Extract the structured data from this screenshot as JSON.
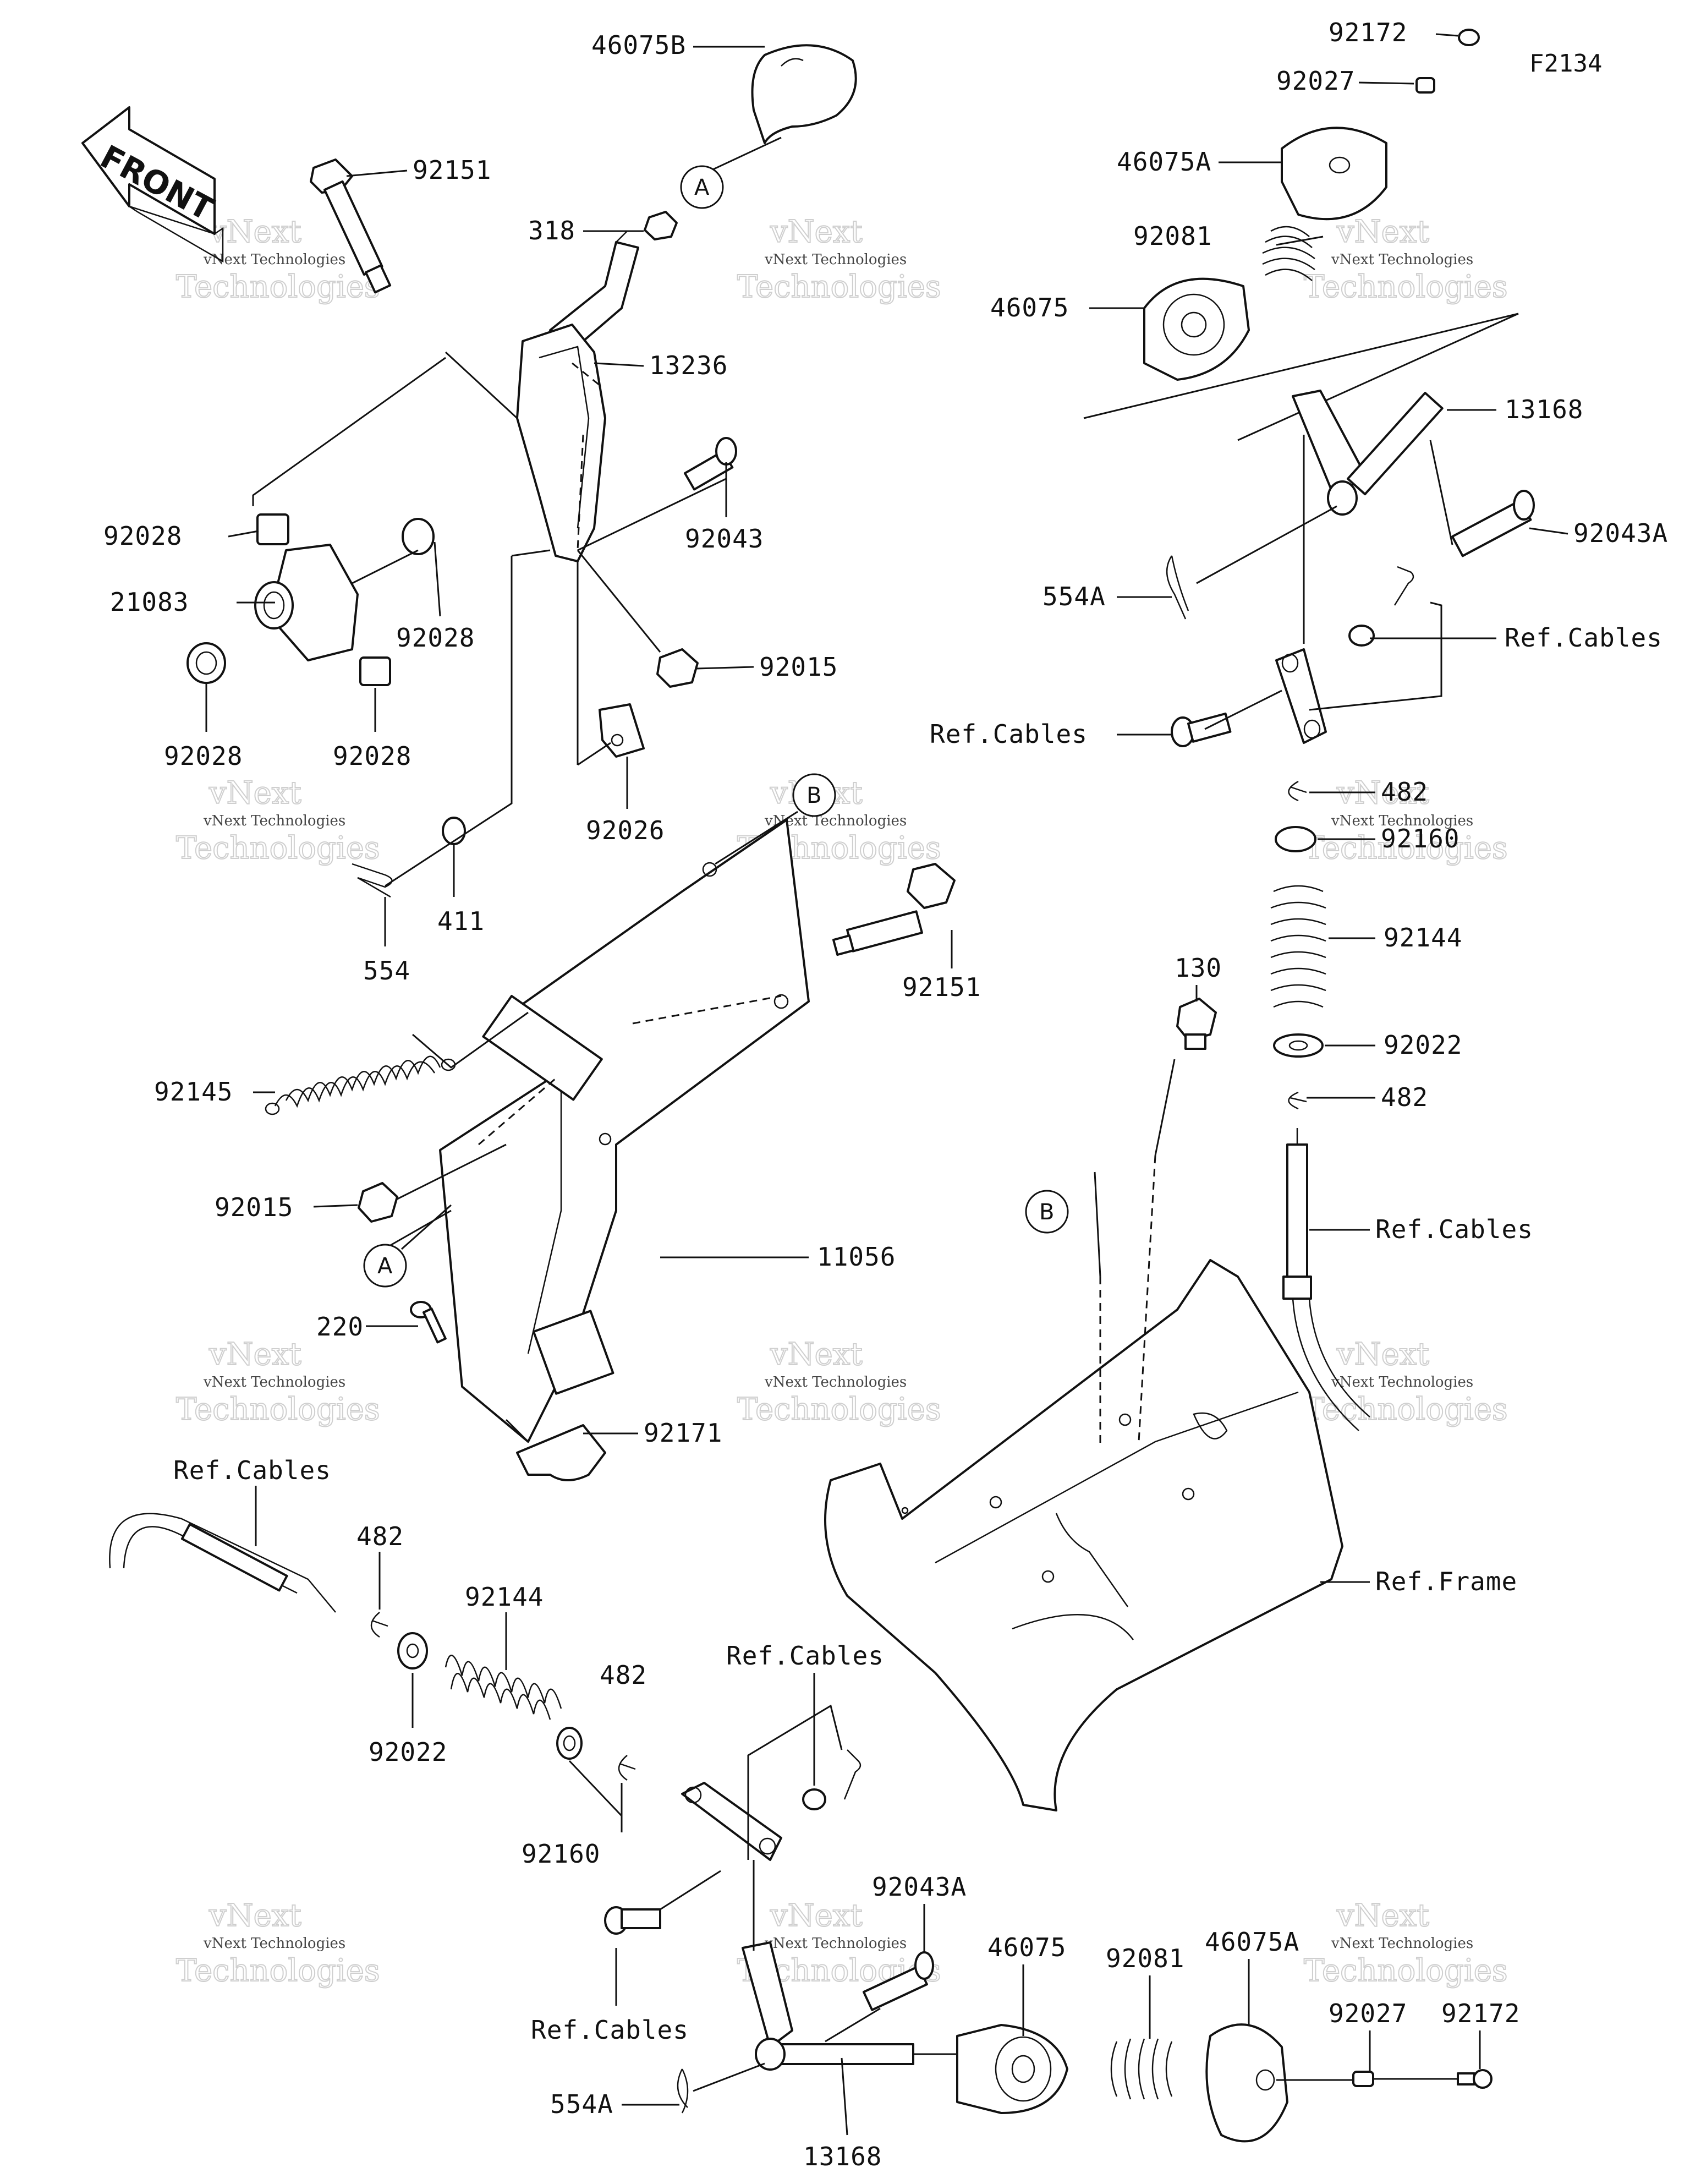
{
  "diagram_code": "F2134",
  "front_label": "FRONT",
  "watermark": {
    "line1": "vNext",
    "line2": "Technologies",
    "small": "vNext Technologies"
  },
  "callouts": {
    "A": "A",
    "B": "B"
  },
  "labels": {
    "p46075B": "46075B",
    "p92151_top": "92151",
    "p318": "318",
    "p13236": "13236",
    "p92043": "92043",
    "p92028_a": "92028",
    "p21083": "21083",
    "p92028_b": "92028",
    "p92015_top": "92015",
    "p92028_c": "92028",
    "p92028_d": "92028",
    "p92026": "92026",
    "p411": "411",
    "p554": "554",
    "p92151_mid": "92151",
    "p92145": "92145",
    "p92015_mid": "92015",
    "p11056": "11056",
    "p220": "220",
    "p92171": "92171",
    "p92172_top": "92172",
    "p92027_top": "92027",
    "p46075A_top": "46075A",
    "p92081_top": "92081",
    "p46075_top": "46075",
    "p13168_top": "13168",
    "p92043A_top": "92043A",
    "p554A_top": "554A",
    "ref_cables_1": "Ref.Cables",
    "ref_cables_2": "Ref.Cables",
    "p482_top": "482",
    "p92160_top": "92160",
    "p92144_top": "92144",
    "p130": "130",
    "p92022_top": "92022",
    "p482_mid": "482",
    "ref_cables_3": "Ref.Cables",
    "ref_frame": "Ref.Frame",
    "ref_cables_4": "Ref.Cables",
    "p482_bl": "482",
    "p92144_bl": "92144",
    "p92022_bl": "92022",
    "p482_bm": "482",
    "ref_cables_5": "Ref.Cables",
    "p92160_bl": "92160",
    "ref_cables_6": "Ref.Cables",
    "p92043A_bot": "92043A",
    "p46075_bot": "46075",
    "p92081_bot": "92081",
    "p46075A_bot": "46075A",
    "p92027_bot": "92027",
    "p92172_bot": "92172",
    "p554A_bot": "554A",
    "p13168_bot": "13168"
  }
}
